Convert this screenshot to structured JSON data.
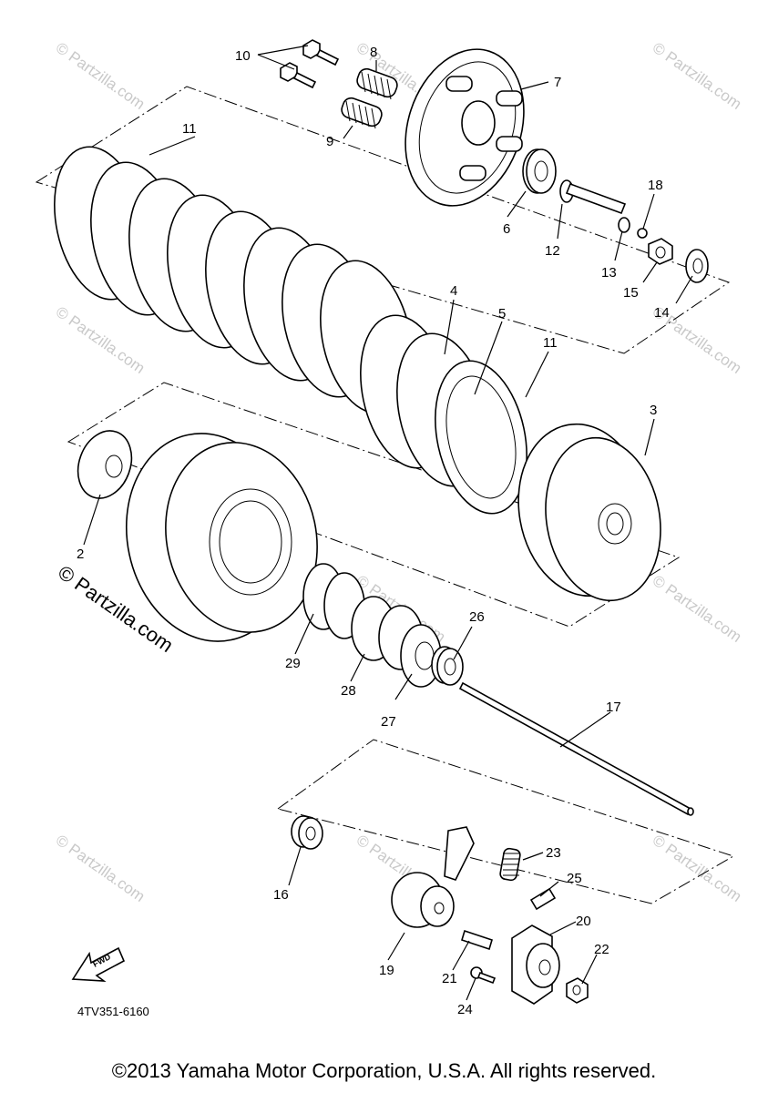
{
  "callouts": {
    "c2": "2",
    "c3": "3",
    "c4": "4",
    "c5": "5",
    "c6": "6",
    "c7": "7",
    "c8": "8",
    "c9": "9",
    "c10": "10",
    "c11a": "11",
    "c11b": "11",
    "c12": "12",
    "c13": "13",
    "c14": "14",
    "c15": "15",
    "c16": "16",
    "c17": "17",
    "c18": "18",
    "c19": "19",
    "c20": "20",
    "c21": "21",
    "c22": "22",
    "c23": "23",
    "c24": "24",
    "c25": "25",
    "c26": "26",
    "c27": "27",
    "c28": "28",
    "c29": "29"
  },
  "fwd_label": "FWD",
  "diagram_code": "4TV351-6160",
  "watermark": "© Partzilla.com",
  "watermark_faint": "© Partzilla.com",
  "copyright": "©2013 Yamaha Motor Corporation, U.S.A. All rights reserved."
}
